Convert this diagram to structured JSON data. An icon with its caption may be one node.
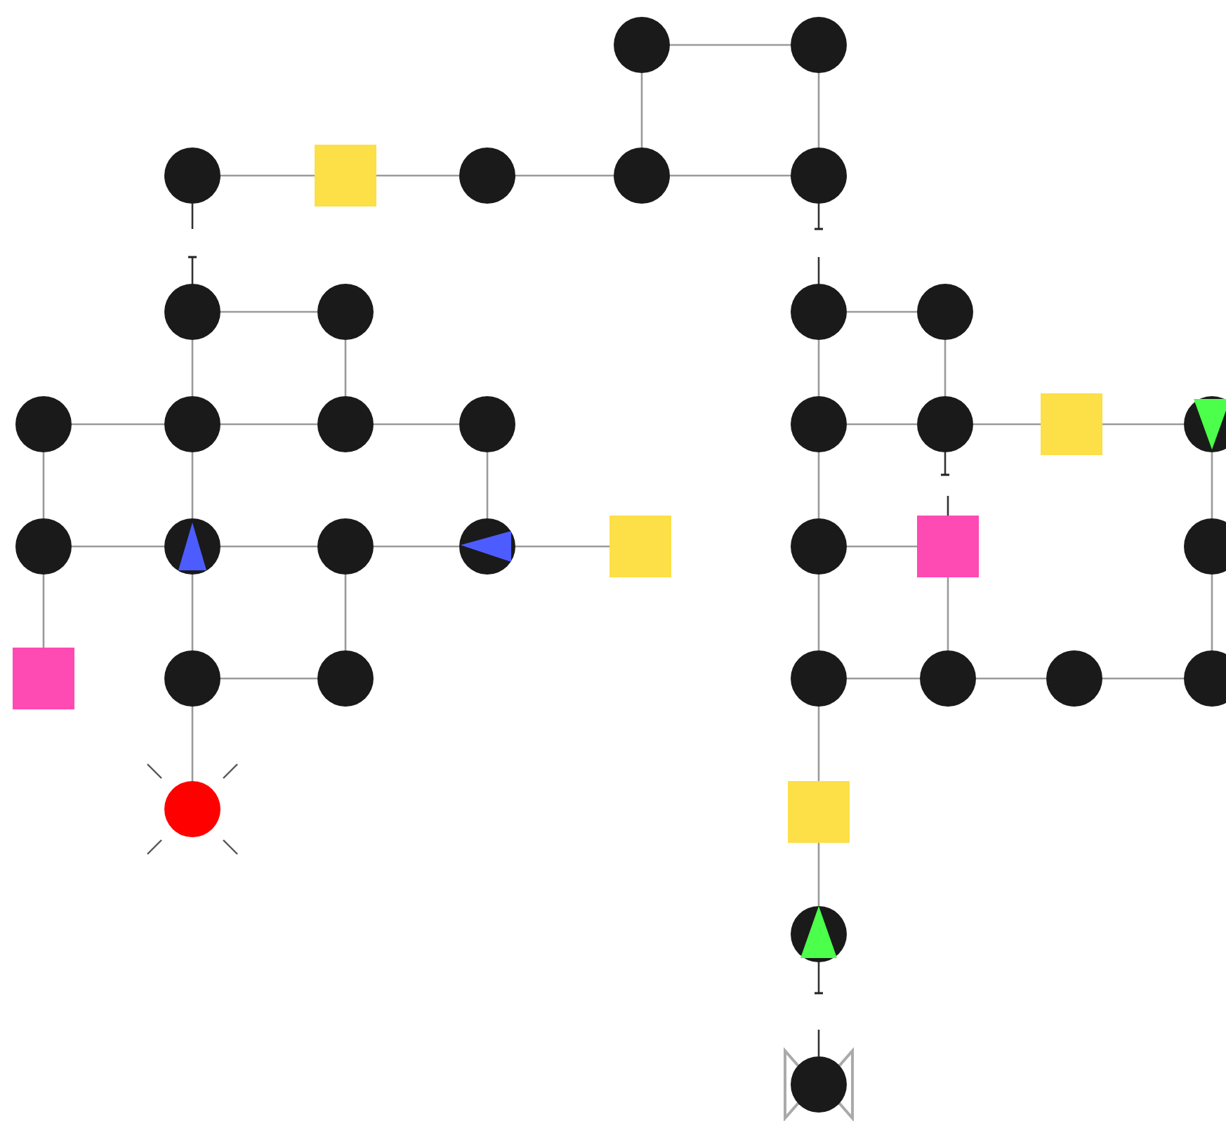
{
  "diagram": {
    "nodes": [
      {
        "text": [],
        "shape": "circle"
      },
      {
        "text": [],
        "shape": "circle"
      },
      {
        "text": [],
        "shape": "circle"
      },
      {
        "text": [],
        "shape": "box"
      },
      {
        "text": [],
        "shape": "circle"
      },
      {
        "text": [],
        "shape": "circle"
      },
      {
        "text": [],
        "shape": "circle"
      },
      {
        "text": [],
        "shape": "circle"
      },
      {
        "text": [],
        "shape": "circle"
      },
      {
        "text": [],
        "shape": "circle"
      },
      {
        "text": [],
        "shape": "circle"
      },
      {
        "text": [],
        "shape": "circle"
      },
      {
        "text": [],
        "shape": "circle"
      },
      {
        "text": [],
        "shape": "circle"
      },
      {
        "text": [],
        "shape": "circle"
      },
      {
        "text": [],
        "shape": "circle"
      },
      {
        "text": [],
        "shape": "circle"
      },
      {
        "text": [],
        "shape": "box"
      },
      {
        "text": [],
        "shape": "circle"
      },
      {
        "text": [],
        "shape": "circle"
      },
      {
        "text": [],
        "shape": "circle"
      },
      {
        "text": [],
        "shape": "circle"
      },
      {
        "text": [],
        "shape": "circle"
      },
      {
        "text": [],
        "shape": "box"
      },
      {
        "text": [],
        "shape": "circle"
      },
      {
        "text": [],
        "shape": "box"
      },
      {
        "text": [],
        "shape": "circle"
      },
      {
        "text": [],
        "shape": "box"
      },
      {
        "text": [],
        "shape": "circle"
      },
      {
        "text": [],
        "shape": "circle"
      },
      {
        "text": [],
        "shape": "circle"
      },
      {
        "text": [],
        "shape": "circle"
      },
      {
        "text": [],
        "shape": "circle"
      },
      {
        "text": [],
        "shape": "circle"
      },
      {
        "text": [],
        "shape": "circle"
      },
      {
        "text": [],
        "shape": "box"
      },
      {
        "text": [],
        "shape": "circle"
      },
      {
        "text": [],
        "shape": "circle"
      }
    ],
    "edges": [
      {
        "from": 0,
        "to": 1,
        "arrow": "none"
      },
      {
        "from": 0,
        "to": 5,
        "arrow": "none"
      },
      {
        "from": 1,
        "to": 6,
        "arrow": "none"
      },
      {
        "from": 2,
        "to": 3,
        "arrow": "none"
      },
      {
        "from": 3,
        "to": 4,
        "arrow": "none"
      },
      {
        "from": 4,
        "to": 5,
        "arrow": "none"
      },
      {
        "from": 5,
        "to": 6,
        "arrow": "none"
      },
      {
        "from": 2,
        "to": null,
        "arrow": "none",
        "color": "#333333"
      },
      {
        "from": 7,
        "to": null,
        "arrow": "other",
        "color": "#333333"
      },
      {
        "from": 6,
        "to": null,
        "arrow": "other",
        "color": "#333333"
      },
      {
        "from": 9,
        "to": null,
        "arrow": "none",
        "color": "#333333"
      },
      {
        "from": 7,
        "to": 8,
        "arrow": "none"
      },
      {
        "from": 7,
        "to": 12,
        "arrow": "none"
      },
      {
        "from": 8,
        "to": 13,
        "arrow": "none"
      },
      {
        "from": 11,
        "to": 12,
        "arrow": "none"
      },
      {
        "from": 12,
        "to": 13,
        "arrow": "none"
      },
      {
        "from": 13,
        "to": 14,
        "arrow": "none"
      },
      {
        "from": 11,
        "to": 19,
        "arrow": "none"
      },
      {
        "from": 12,
        "to": 20,
        "arrow": "none"
      },
      {
        "from": 14,
        "to": 22,
        "arrow": "none"
      },
      {
        "from": 19,
        "to": 20,
        "arrow": "none"
      },
      {
        "from": 20,
        "to": 21,
        "arrow": "none"
      },
      {
        "from": 21,
        "to": 22,
        "arrow": "none"
      },
      {
        "from": 22,
        "to": 23,
        "arrow": "none"
      },
      {
        "from": 19,
        "to": 27,
        "arrow": "none"
      },
      {
        "from": 20,
        "to": 28,
        "arrow": "none"
      },
      {
        "from": 21,
        "to": 29,
        "arrow": "none"
      },
      {
        "from": 28,
        "to": 29,
        "arrow": "none"
      },
      {
        "from": 28,
        "to": 34,
        "arrow": "none"
      },
      {
        "from": 9,
        "to": 10,
        "arrow": "none"
      },
      {
        "from": 9,
        "to": 15,
        "arrow": "none"
      },
      {
        "from": 10,
        "to": 16,
        "arrow": "none"
      },
      {
        "from": 15,
        "to": 16,
        "arrow": "none"
      },
      {
        "from": 16,
        "to": 17,
        "arrow": "none"
      },
      {
        "from": 17,
        "to": 18,
        "arrow": "none"
      },
      {
        "from": 16,
        "to": null,
        "arrow": "other",
        "color": "#333333"
      },
      {
        "from": 25,
        "to": null,
        "arrow": "none",
        "color": "#333333"
      },
      {
        "from": 15,
        "to": 24,
        "arrow": "none"
      },
      {
        "from": 24,
        "to": 25,
        "arrow": "none"
      },
      {
        "from": 18,
        "to": 26,
        "arrow": "none"
      },
      {
        "from": 26,
        "to": 33,
        "arrow": "none"
      },
      {
        "from": 25,
        "to": 31,
        "arrow": "none"
      },
      {
        "from": 24,
        "to": 30,
        "arrow": "none"
      },
      {
        "from": 30,
        "to": 31,
        "arrow": "none"
      },
      {
        "from": 31,
        "to": 32,
        "arrow": "none"
      },
      {
        "from": 32,
        "to": 33,
        "arrow": "none"
      },
      {
        "from": 30,
        "to": 35,
        "arrow": "none"
      },
      {
        "from": 35,
        "to": 36,
        "arrow": "none"
      },
      {
        "from": 36,
        "to": null,
        "arrow": "other",
        "color": "#333333"
      },
      {
        "from": 37,
        "to": null,
        "arrow": "none",
        "color": "#333333"
      }
    ]
  }
}
